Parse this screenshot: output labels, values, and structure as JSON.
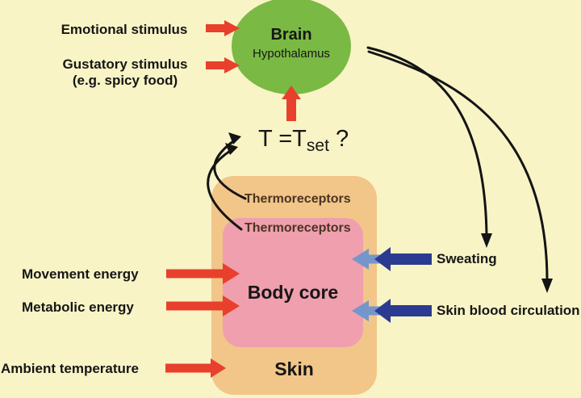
{
  "colors": {
    "background": "#F8F4C6",
    "brain_green": "#7AB943",
    "arrow_red": "#E8402C",
    "skin_orange": "#F2C589",
    "core_pink": "#EF9FAE",
    "arrow_navy": "#2B3B92",
    "arrow_lightblue": "#7596CB",
    "thermo_text": "#4A3420",
    "line_black": "#141414"
  },
  "brain": {
    "title": "Brain",
    "subtitle": "Hypothalamus"
  },
  "comparator": {
    "t_prefix": "T =T",
    "subscript": "set",
    "suffix": " ?"
  },
  "inputs_left": {
    "emotional": "Emotional stimulus",
    "gustatory_line1": "Gustatory stimulus",
    "gustatory_line2": "(e.g. spicy food)",
    "movement": "Movement energy",
    "metabolic": "Metabolic energy",
    "ambient": "Ambient temperature"
  },
  "body": {
    "skin_label": "Skin",
    "core_label": "Body core",
    "thermoreceptors_skin": "Thermoreceptors",
    "thermoreceptors_core": "Thermoreceptors"
  },
  "outputs_right": {
    "sweating": "Sweating",
    "skin_blood": "Skin blood circulation"
  }
}
